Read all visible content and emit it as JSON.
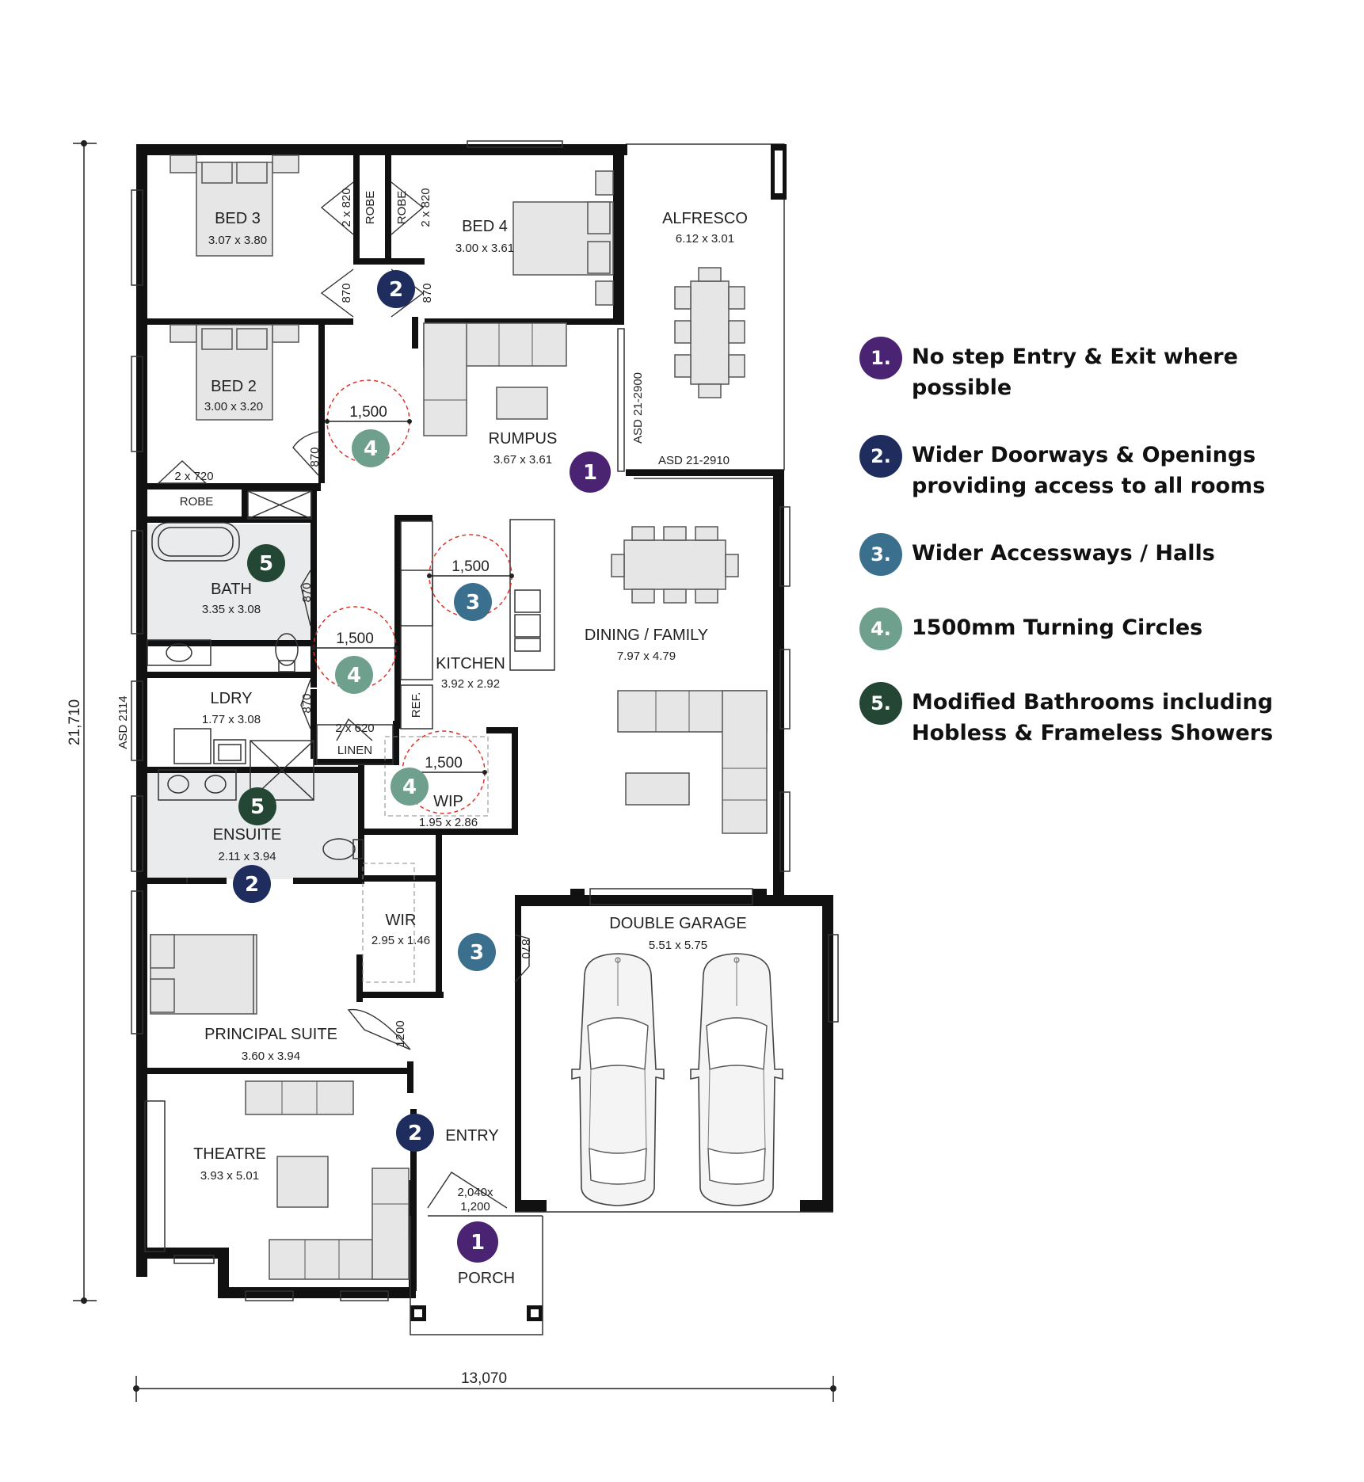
{
  "colors": {
    "feature1": "#4a2472",
    "feature2": "#1f2d5e",
    "feature3": "#3b6f8e",
    "feature4": "#6fa08e",
    "feature5": "#244634",
    "turning_circle": "#d9342b"
  },
  "rooms": {
    "bed3": {
      "name": "BED 3",
      "dims": "3.07 x 3.80"
    },
    "bed4": {
      "name": "BED 4",
      "dims": "3.00 x 3.61"
    },
    "alfresco": {
      "name": "ALFRESCO",
      "dims": "6.12 x 3.01"
    },
    "bed2": {
      "name": "BED 2",
      "dims": "3.00 x 3.20"
    },
    "rumpus": {
      "name": "RUMPUS",
      "dims": "3.67 x 3.61"
    },
    "bath": {
      "name": "BATH",
      "dims": "3.35 x 3.08"
    },
    "kitchen": {
      "name": "KITCHEN",
      "dims": "3.92 x 2.92"
    },
    "dining": {
      "name": "DINING / FAMILY",
      "dims": "7.97 x 4.79"
    },
    "ldry": {
      "name": "LDRY",
      "dims": "1.77 x 3.08"
    },
    "wip": {
      "name": "WIP",
      "dims": "1.95 x 2.86"
    },
    "ensuite": {
      "name": "ENSUITE",
      "dims": "2.11 x 3.94"
    },
    "wir": {
      "name": "WIR",
      "dims": "2.95 x 1.46"
    },
    "garage": {
      "name": "DOUBLE GARAGE",
      "dims": "5.51 x 5.75"
    },
    "principal": {
      "name": "PRINCIPAL SUITE",
      "dims": "3.60 x 3.94"
    },
    "entry": {
      "name": "ENTRY"
    },
    "theatre": {
      "name": "THEATRE",
      "dims": "3.93 x 5.01"
    },
    "porch": {
      "name": "PORCH"
    }
  },
  "labels": {
    "robe": "ROBE",
    "linen": "LINEN",
    "ref": "REF.",
    "door_870": "870",
    "door_1200": "1200",
    "robe_820": "2 x 820",
    "robe_720": "2 x 720",
    "linen_620": "2 x 620",
    "front_door_w": "2,040x",
    "front_door_h": "1,200",
    "circle_1500": "1,500",
    "asd_alfresco_v": "ASD 21-2900",
    "asd_alfresco_h": "ASD 21-2910",
    "asd_ldry": "ASD 2114"
  },
  "dimensions": {
    "height": "21,710",
    "width": "13,070"
  },
  "markers": {
    "m1": "1",
    "m2": "2",
    "m3": "3",
    "m4": "4",
    "m5": "5"
  },
  "legend": [
    {
      "num": "1.",
      "text": "No step Entry & Exit where possible",
      "color": "#4a2472"
    },
    {
      "num": "2.",
      "text": "Wider Doorways & Openings\nproviding access to all rooms",
      "color": "#1f2d5e"
    },
    {
      "num": "3.",
      "text": "Wider Accessways / Halls",
      "color": "#3b6f8e"
    },
    {
      "num": "4.",
      "text": "1500mm Turning Circles",
      "color": "#6fa08e"
    },
    {
      "num": "5.",
      "text": "Modified Bathrooms including\nHobless & Frameless Showers",
      "color": "#244634"
    }
  ]
}
